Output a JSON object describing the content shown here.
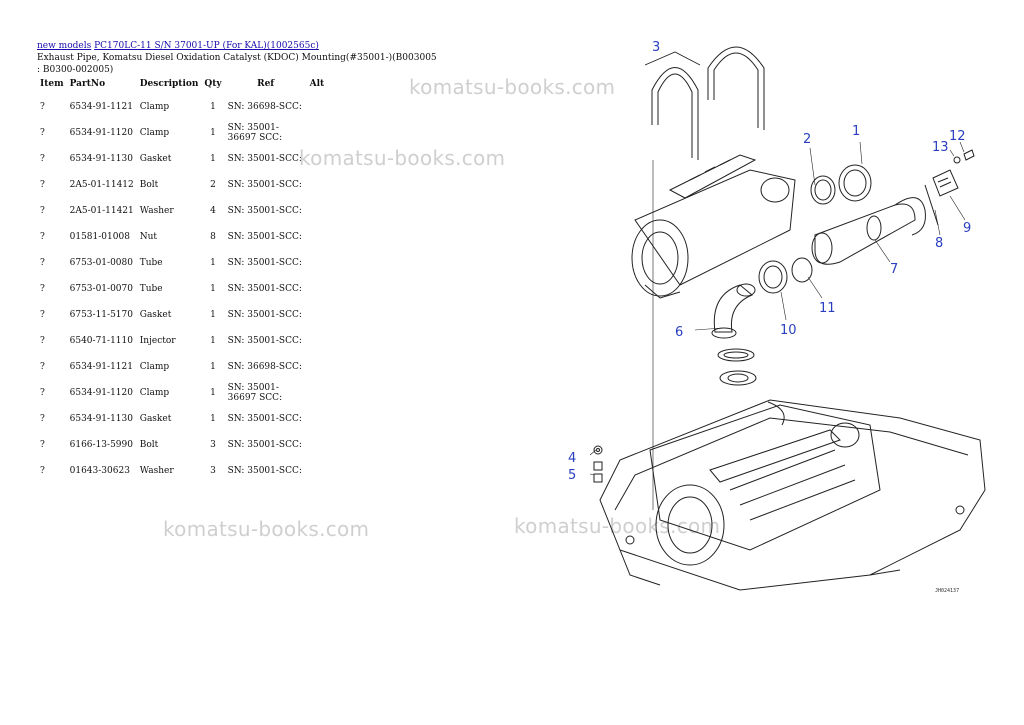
{
  "breadcrumb": {
    "link1": "new models",
    "link2": "PC170LC-11 S/N 37001-UP (For KAL)(1002565c)"
  },
  "page_title": "Exhaust Pipe, Komatsu Diesel Oxidation Catalyst (KDOC) Mounting(#35001-)(B003005 : B0300-002005)",
  "table": {
    "headers": [
      "Item",
      "PartNo",
      "Description",
      "Qty",
      "Ref",
      "Alt"
    ],
    "rows": [
      {
        "item": "?",
        "partno": "6534-91-1121",
        "desc": "Clamp",
        "qty": "1",
        "ref": "SN: 36698-SCC:"
      },
      {
        "item": "?",
        "partno": "6534-91-1120",
        "desc": "Clamp",
        "qty": "1",
        "ref": "SN: 35001-36697 SCC:"
      },
      {
        "item": "?",
        "partno": "6534-91-1130",
        "desc": "Gasket",
        "qty": "1",
        "ref": "SN: 35001-SCC:"
      },
      {
        "item": "?",
        "partno": "2A5-01-11412",
        "desc": "Bolt",
        "qty": "2",
        "ref": "SN: 35001-SCC:"
      },
      {
        "item": "?",
        "partno": "2A5-01-11421",
        "desc": "Washer",
        "qty": "4",
        "ref": "SN: 35001-SCC:"
      },
      {
        "item": "?",
        "partno": "01581-01008",
        "desc": "Nut",
        "qty": "8",
        "ref": "SN: 35001-SCC:"
      },
      {
        "item": "?",
        "partno": "6753-01-0080",
        "desc": "Tube",
        "qty": "1",
        "ref": "SN: 35001-SCC:"
      },
      {
        "item": "?",
        "partno": "6753-01-0070",
        "desc": "Tube",
        "qty": "1",
        "ref": "SN: 35001-SCC:"
      },
      {
        "item": "?",
        "partno": "6753-11-5170",
        "desc": "Gasket",
        "qty": "1",
        "ref": "SN: 35001-SCC:"
      },
      {
        "item": "?",
        "partno": "6540-71-1110",
        "desc": "Injector",
        "qty": "1",
        "ref": "SN: 35001-SCC:"
      },
      {
        "item": "?",
        "partno": "6534-91-1121",
        "desc": "Clamp",
        "qty": "1",
        "ref": "SN: 36698-SCC:"
      },
      {
        "item": "?",
        "partno": "6534-91-1120",
        "desc": "Clamp",
        "qty": "1",
        "ref": "SN: 35001-36697 SCC:"
      },
      {
        "item": "?",
        "partno": "6534-91-1130",
        "desc": "Gasket",
        "qty": "1",
        "ref": "SN: 35001-SCC:"
      },
      {
        "item": "?",
        "partno": "6166-13-5990",
        "desc": "Bolt",
        "qty": "3",
        "ref": "SN: 35001-SCC:"
      },
      {
        "item": "?",
        "partno": "01643-30623",
        "desc": "Washer",
        "qty": "3",
        "ref": "SN: 35001-SCC:"
      }
    ]
  },
  "watermark": "komatsu-books.com",
  "diagram": {
    "callouts": [
      "1",
      "2",
      "3",
      "4",
      "5",
      "6",
      "7",
      "8",
      "9",
      "10",
      "11",
      "12",
      "13"
    ],
    "figure_code": "JH024137"
  },
  "colors": {
    "link": "#1a0dab",
    "callout": "#2a3fbf",
    "watermark": "#cfcfcf"
  }
}
